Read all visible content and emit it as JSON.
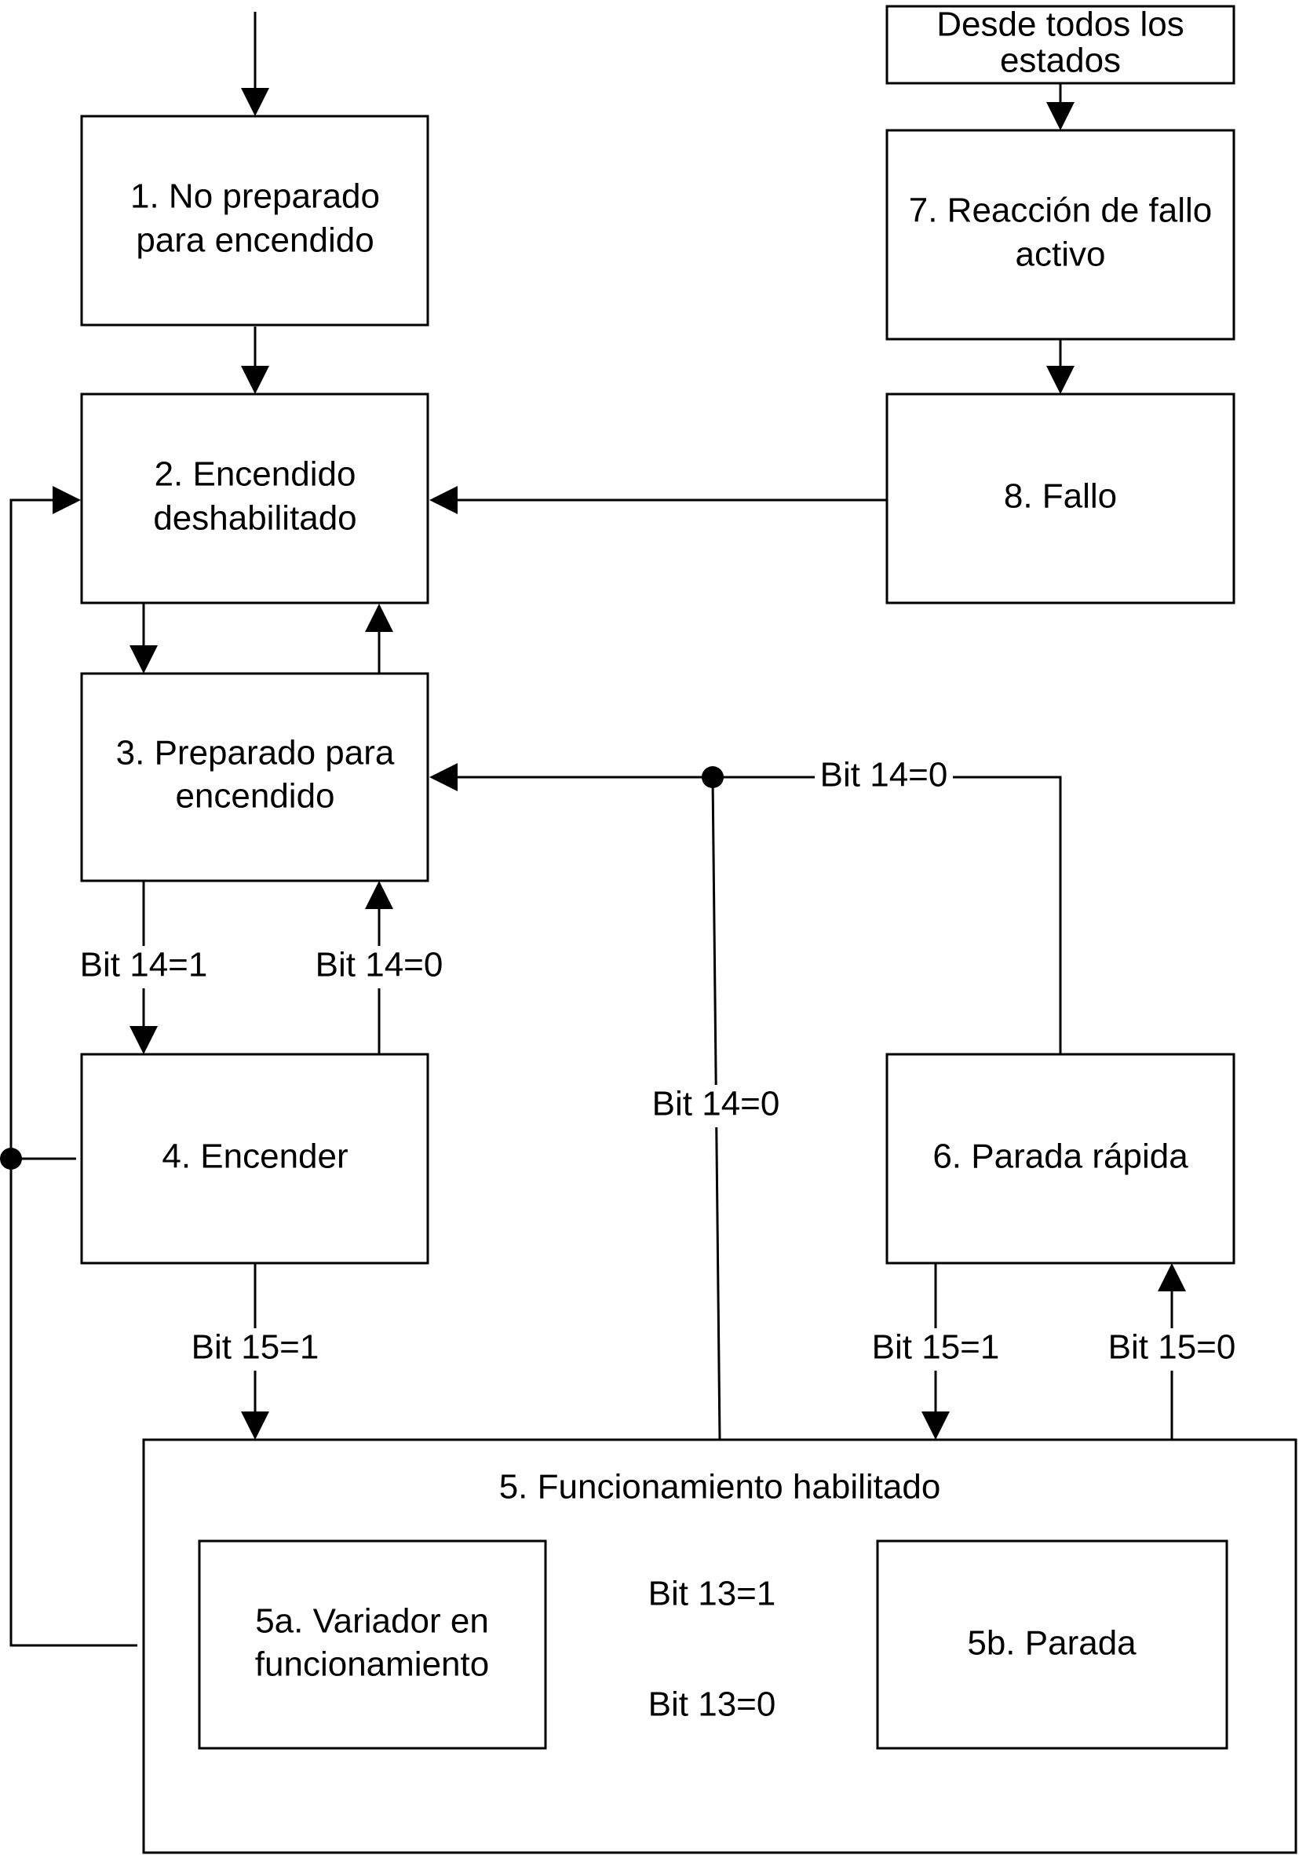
{
  "states": {
    "s1": [
      "1. No preparado",
      "para encendido"
    ],
    "s2": [
      "2. Encendido",
      "deshabilitado"
    ],
    "s3": [
      "3. Preparado para",
      "encendido"
    ],
    "s4": [
      "4. Encender"
    ],
    "s5": [
      "5. Funcionamiento habilitado"
    ],
    "s5a": [
      "5a. Variador en",
      "funcionamiento"
    ],
    "s5b": [
      "5b. Parada"
    ],
    "s6": [
      "6. Parada rápida"
    ],
    "s7": [
      "7. Reacción de fallo",
      "activo"
    ],
    "s8": [
      "8. Fallo"
    ],
    "all_states": [
      "Desde todos los",
      "estados"
    ]
  },
  "transitions": {
    "t3_4": "Bit 14=1",
    "t4_3": "Bit 14=0",
    "t4_5": "Bit 15=1",
    "t5_3": "Bit 14=0",
    "t6_3": "Bit 14=0",
    "t6_5": "Bit 15=1",
    "t5_6": "Bit 15=0",
    "t5a_5b": "Bit 13=1",
    "t5b_5a": "Bit 13=0"
  }
}
